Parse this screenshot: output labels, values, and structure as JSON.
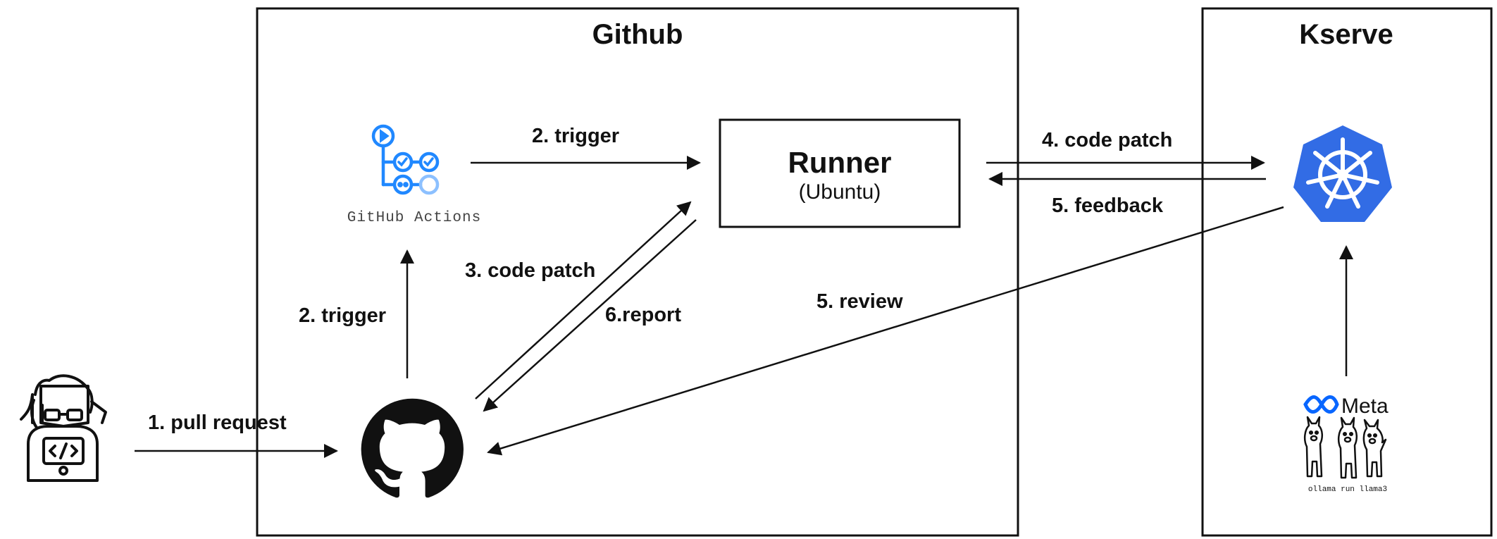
{
  "containers": {
    "github_title": "Github",
    "kserve_title": "Kserve"
  },
  "runner": {
    "title": "Runner",
    "subtitle": "(Ubuntu)"
  },
  "github_actions": {
    "label": "GitHub Actions",
    "icon": "github-actions-icon",
    "color": "#2088ff"
  },
  "meta": {
    "brand": "Meta",
    "caption": "ollama run llama3",
    "brand_color": "#0866ff"
  },
  "kubernetes": {
    "icon": "kubernetes-helm-icon",
    "color": "#326ce5"
  },
  "edges": {
    "pull_request": "1. pull request",
    "trigger_up": "2. trigger",
    "trigger_right": "2. trigger",
    "code_patch_runner": "3. code patch",
    "report": "6.report",
    "code_patch_kserve": "4. code patch",
    "feedback": "5. feedback",
    "review": "5. review"
  }
}
